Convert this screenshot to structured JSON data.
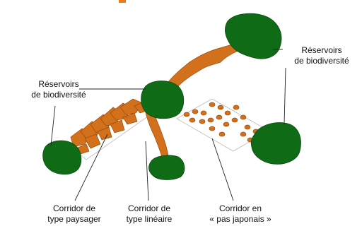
{
  "colors": {
    "reservoir": "#0f6b15",
    "corridor": "#d2701c",
    "corridor_stroke": "#9a4c0c",
    "leader": "#222222",
    "title_accent": "#f07a1a"
  },
  "labels": {
    "reservoir_left": [
      "Réservoirs",
      "de biodiversité"
    ],
    "reservoir_right": [
      "Réservoirs",
      "de biodiversité"
    ],
    "corridor_landscape": [
      "Corridor de",
      "type paysager"
    ],
    "corridor_linear": [
      "Corridor de",
      "type linéaire"
    ],
    "corridor_stepping": [
      "Corridor en",
      "« pas japonais »"
    ]
  }
}
